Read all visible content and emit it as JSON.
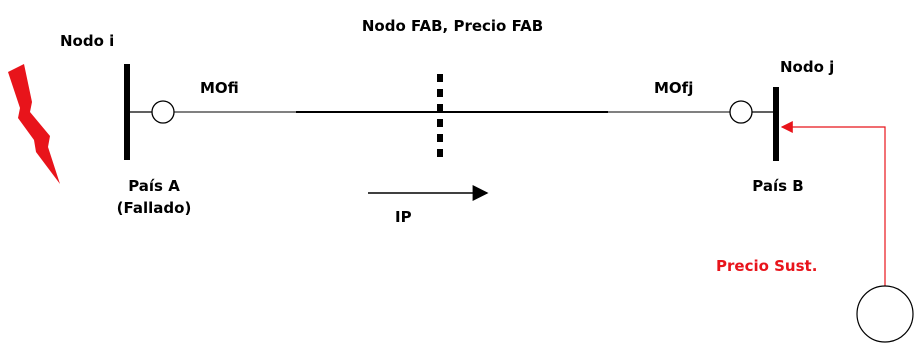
{
  "diagram": {
    "title": "Nodo FAB, Precio FAB",
    "node_i": {
      "label": "Nodo i",
      "country": "País A",
      "status": "(Fallado)",
      "market_label": "MOfi"
    },
    "node_j": {
      "label": "Nodo j",
      "country": "País B",
      "market_label": "MOfj"
    },
    "flow_label": "IP",
    "substitute_price_label": "Precio Sust.",
    "colors": {
      "line": "#000000",
      "accent": "#e8141b",
      "background": "#ffffff"
    },
    "icons": [
      "lightning-bolt-icon",
      "flow-arrow-icon",
      "generator-circle-icon"
    ]
  }
}
